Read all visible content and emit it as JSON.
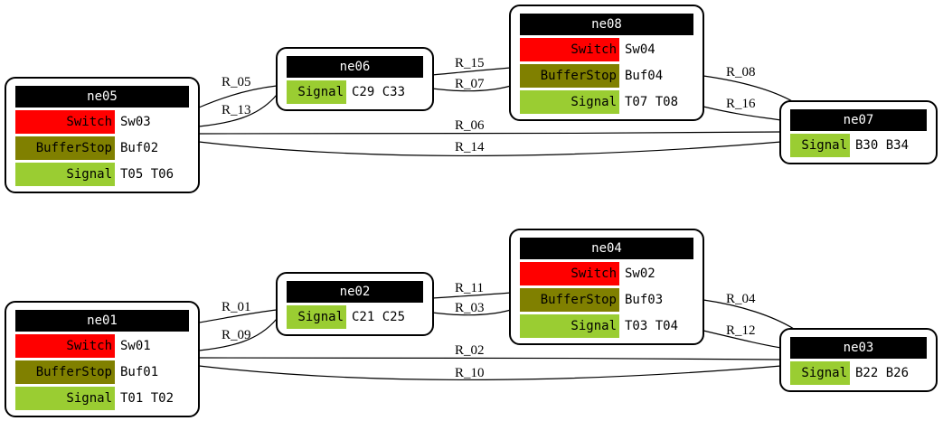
{
  "colors": {
    "Switch": "#ff0000",
    "BufferStop": "#808000",
    "Signal": "#9acd32",
    "title_bg": "#000000",
    "title_fg": "#ffffff"
  },
  "nodes": [
    {
      "id": "ne05",
      "rows": [
        {
          "kind": "Switch",
          "value": "Sw03"
        },
        {
          "kind": "BufferStop",
          "value": "Buf02"
        },
        {
          "kind": "Signal",
          "value": "T05 T06"
        }
      ]
    },
    {
      "id": "ne06",
      "rows": [
        {
          "kind": "Signal",
          "value": "C29 C33"
        }
      ]
    },
    {
      "id": "ne08",
      "rows": [
        {
          "kind": "Switch",
          "value": "Sw04"
        },
        {
          "kind": "BufferStop",
          "value": "Buf04"
        },
        {
          "kind": "Signal",
          "value": "T07 T08"
        }
      ]
    },
    {
      "id": "ne07",
      "rows": [
        {
          "kind": "Signal",
          "value": "B30 B34"
        }
      ]
    },
    {
      "id": "ne01",
      "rows": [
        {
          "kind": "Switch",
          "value": "Sw01"
        },
        {
          "kind": "BufferStop",
          "value": "Buf01"
        },
        {
          "kind": "Signal",
          "value": "T01 T02"
        }
      ]
    },
    {
      "id": "ne02",
      "rows": [
        {
          "kind": "Signal",
          "value": "C21 C25"
        }
      ]
    },
    {
      "id": "ne04",
      "rows": [
        {
          "kind": "Switch",
          "value": "Sw02"
        },
        {
          "kind": "BufferStop",
          "value": "Buf03"
        },
        {
          "kind": "Signal",
          "value": "T03 T04"
        }
      ]
    },
    {
      "id": "ne03",
      "rows": [
        {
          "kind": "Signal",
          "value": "B22 B26"
        }
      ]
    }
  ],
  "edges": [
    {
      "label": "R_05",
      "from": "ne05",
      "to": "ne06"
    },
    {
      "label": "R_13",
      "from": "ne05",
      "to": "ne06"
    },
    {
      "label": "R_06",
      "from": "ne05",
      "to": "ne07"
    },
    {
      "label": "R_14",
      "from": "ne05",
      "to": "ne07"
    },
    {
      "label": "R_15",
      "from": "ne06",
      "to": "ne08"
    },
    {
      "label": "R_07",
      "from": "ne06",
      "to": "ne08"
    },
    {
      "label": "R_08",
      "from": "ne08",
      "to": "ne07"
    },
    {
      "label": "R_16",
      "from": "ne08",
      "to": "ne07"
    },
    {
      "label": "R_01",
      "from": "ne01",
      "to": "ne02"
    },
    {
      "label": "R_09",
      "from": "ne01",
      "to": "ne02"
    },
    {
      "label": "R_02",
      "from": "ne01",
      "to": "ne03"
    },
    {
      "label": "R_10",
      "from": "ne01",
      "to": "ne03"
    },
    {
      "label": "R_11",
      "from": "ne02",
      "to": "ne04"
    },
    {
      "label": "R_03",
      "from": "ne02",
      "to": "ne04"
    },
    {
      "label": "R_04",
      "from": "ne04",
      "to": "ne03"
    },
    {
      "label": "R_12",
      "from": "ne04",
      "to": "ne03"
    }
  ]
}
